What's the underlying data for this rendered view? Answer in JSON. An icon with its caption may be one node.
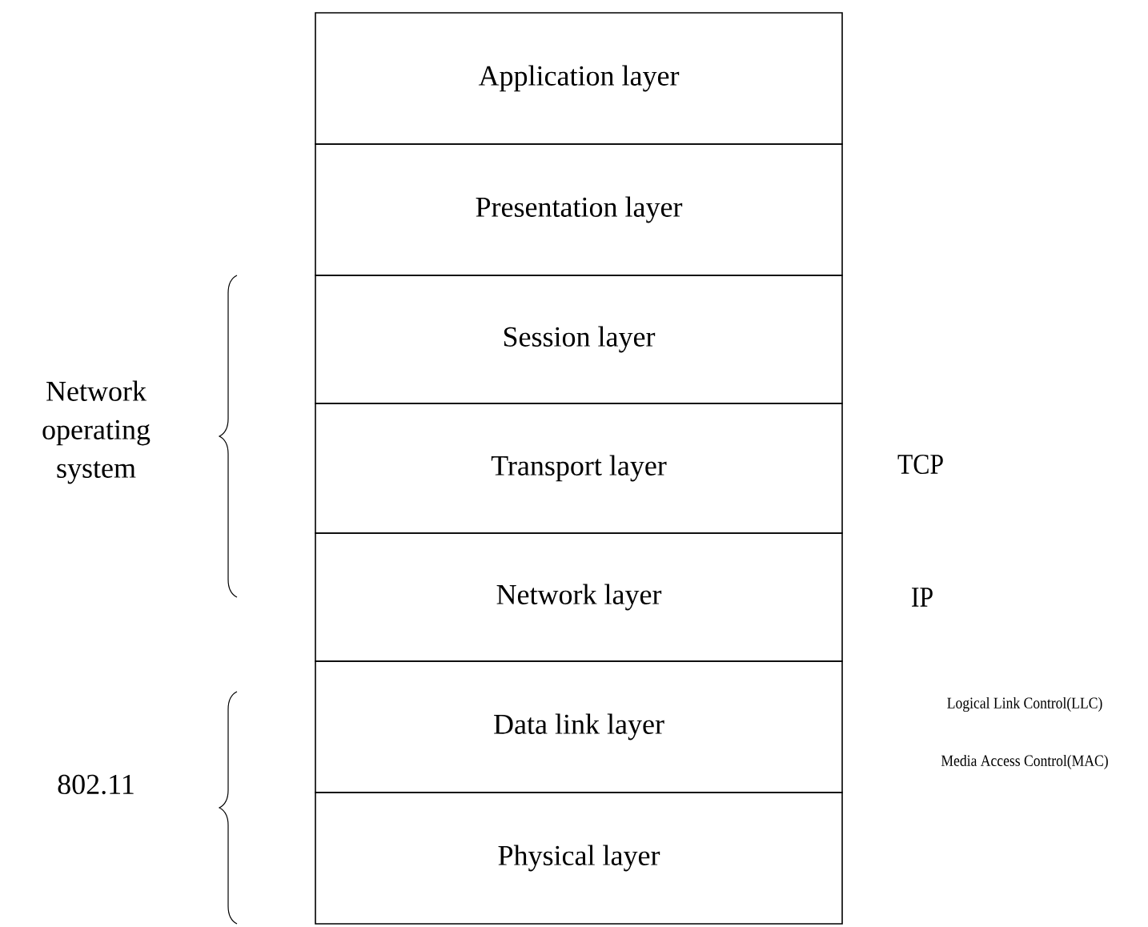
{
  "diagram": {
    "nodes": [
      {
        "text": [
          "Application layer"
        ]
      },
      {
        "text": [
          "Presentation layer"
        ]
      },
      {
        "text": [
          "Session layer"
        ]
      },
      {
        "text": [
          "Transport layer"
        ],
        "beside": [
          "TCP"
        ]
      },
      {
        "text": [
          "Network layer"
        ],
        "beside": [
          "IP"
        ]
      },
      {
        "text": [
          "Data link layer"
        ],
        "beside": [
          "Logical Link Control(LLC)",
          "Media Access Control(MAC)"
        ]
      },
      {
        "text": [
          "Physical layer"
        ]
      }
    ],
    "labels": [
      "Network operating system",
      "802.11"
    ]
  }
}
